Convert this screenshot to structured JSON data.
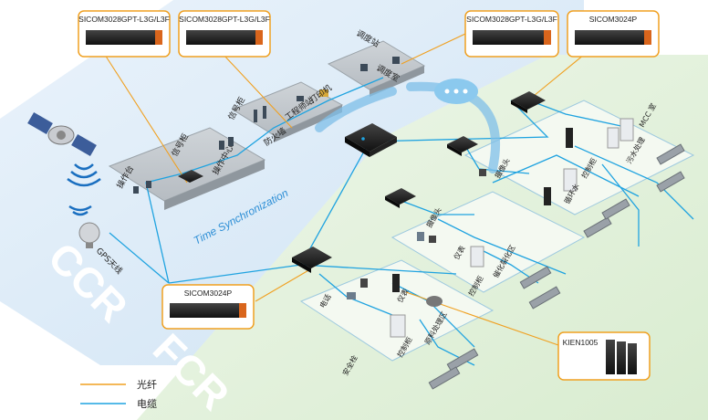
{
  "zones": {
    "ccr": "CCR",
    "fcr": "FCR"
  },
  "time_sync": "Time Synchronization",
  "gps_label": "GPS天线",
  "devices": {
    "sw1": "SICOM3028GPT-L3G/L3F",
    "sw2": "SICOM3028GPT-L3G/L3F",
    "sw3": "SICOM3028GPT-L3G/L3F",
    "sw4": "SICOM3024P",
    "sw5": "SICOM3024P",
    "kien": "KIEN1005"
  },
  "ccr_labels": {
    "dispatch_station": "调度站",
    "dispatch_room": "调度室",
    "signal_cabinet": "信号柜",
    "engineer_station": "工程师站",
    "printer": "打印机",
    "firewall": "防火墙",
    "console": "操作台",
    "signal_cabinet_2": "信号柜",
    "operation_center": "操作中心"
  },
  "fcr_labels": {
    "camera_1": "摄像头",
    "control_cabinet_1": "控制柜",
    "sewage": "污水处理",
    "mcc": "MCC 室",
    "water_cycle": "循环水",
    "camera_2": "摄像头",
    "instrument_1": "仪表",
    "control_cabinet_2": "控制柜",
    "purification": "催化裂化区",
    "phone": "电话",
    "instrument_2": "仪表",
    "security": "安全栓",
    "control_cabinet_3": "控制柜",
    "raw_material": "原料处理区"
  },
  "legend": {
    "fiber": "光纤",
    "cable": "电缆"
  },
  "colors": {
    "fiber": "#f0a020",
    "cable": "#1fa3e0",
    "ccr_zone": "#d6e8f7",
    "fcr_zone": "#e3f1dc"
  }
}
